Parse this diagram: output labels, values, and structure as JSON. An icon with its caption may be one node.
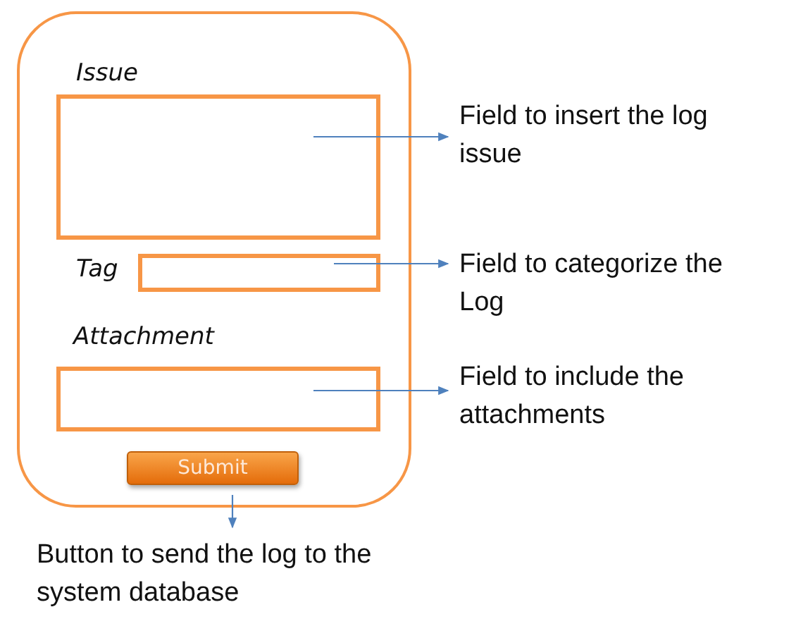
{
  "diagram": {
    "nodes": [
      {
        "text": [],
        "shape": "box"
      },
      {
        "text": [
          "Issue"
        ],
        "in": 0
      },
      {
        "text": [
          "Tag"
        ],
        "in": 0
      },
      {
        "text": [
          "Attachment"
        ],
        "in": 0
      },
      {
        "text": [
          "Submit"
        ],
        "in": 0
      },
      {
        "text": [
          "Field to insert the log issue"
        ]
      },
      {
        "text": [
          "Field to categorize the Log"
        ]
      },
      {
        "text": [
          "Field to include the attachments"
        ]
      },
      {
        "text": [
          "Button to send the log to the system database"
        ]
      }
    ],
    "edges": [
      {
        "from": 1,
        "to": 5,
        "arrow": "to"
      },
      {
        "from": 2,
        "to": 6,
        "arrow": "to"
      },
      {
        "from": 3,
        "to": 7,
        "arrow": "to"
      },
      {
        "from": 4,
        "to": 8,
        "arrow": "to"
      }
    ]
  }
}
